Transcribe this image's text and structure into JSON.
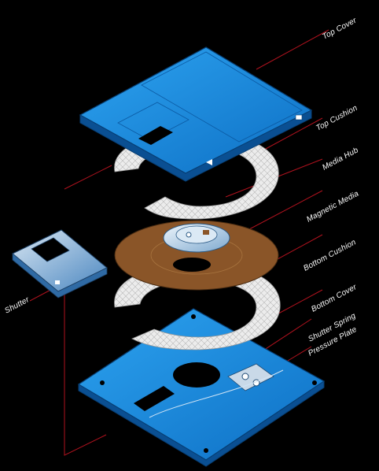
{
  "labels": {
    "top_cover": "Top Cover",
    "top_cushion": "Top Cushion",
    "media_hub": "Media Hub",
    "magnetic_media": "Magnetic Media",
    "bottom_cushion": "Bottom Cushion",
    "bottom_cover": "Bottom Cover",
    "shutter_spring": "Shutter Spring",
    "pressure_plate": "Pressure Plate",
    "shutter": "Shutter"
  },
  "colors": {
    "background": "#000000",
    "cover_blue": "#1f8fe0",
    "cover_blue_dark": "#0e5ea8",
    "cushion": "#e8e8e8",
    "media_brown": "#8a5528",
    "leader_red": "#b0121e",
    "label_text": "#ffffff"
  }
}
